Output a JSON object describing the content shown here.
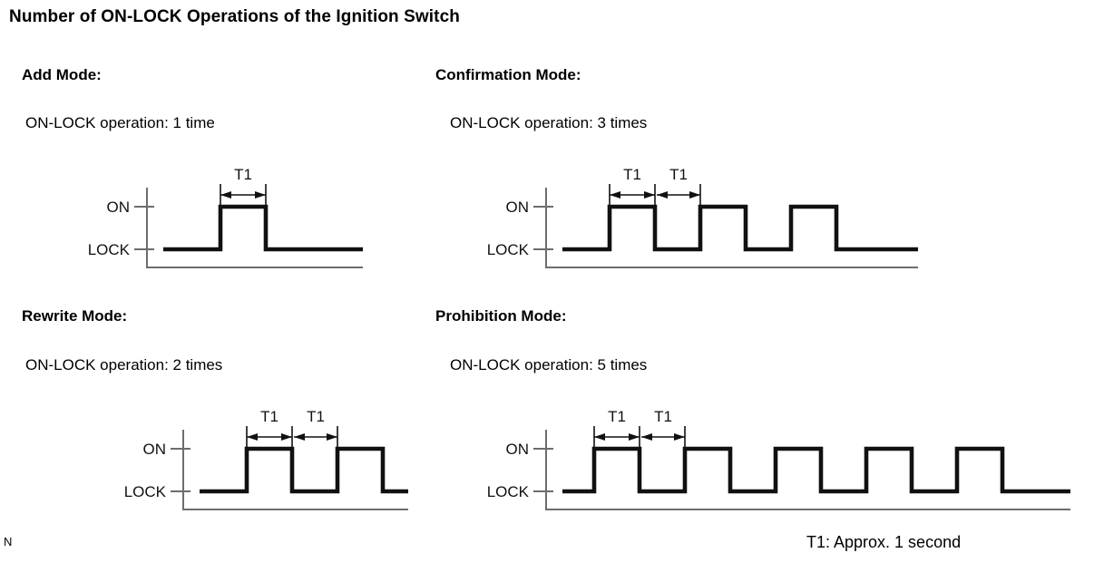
{
  "title": "Number of ON-LOCK Operations of the Ignition Switch",
  "corner_mark": "N",
  "footnote": "T1: Approx. 1 second",
  "labels": {
    "on": "ON",
    "lock": "LOCK",
    "t1": "T1"
  },
  "panels": [
    {
      "id": "add-mode",
      "heading": "Add Mode:",
      "subtitle": "ON-LOCK operation: 1 time",
      "operations": 1,
      "dimensions": 1
    },
    {
      "id": "confirmation-mode",
      "heading": "Confirmation Mode:",
      "subtitle": "ON-LOCK operation: 3 times",
      "operations": 3,
      "dimensions": 2
    },
    {
      "id": "rewrite-mode",
      "heading": "Rewrite Mode:",
      "subtitle": "ON-LOCK operation: 2 times",
      "operations": 2,
      "dimensions": 2
    },
    {
      "id": "prohibition-mode",
      "heading": "Prohibition Mode:",
      "subtitle": "ON-LOCK operation: 5 times",
      "operations": 5,
      "dimensions": 2
    }
  ],
  "chart_data": {
    "type": "line",
    "title": "Number of ON-LOCK Operations of the Ignition Switch",
    "xlabel": "",
    "ylabel": "",
    "y_levels": [
      "LOCK",
      "ON"
    ],
    "annotation": "T1: Approx. 1 second",
    "t1_seconds": 1,
    "series": [
      {
        "name": "Add Mode",
        "pulses": 1,
        "waveform": [
          "LOCK",
          "ON",
          "LOCK"
        ],
        "dimension_labels": [
          "T1"
        ]
      },
      {
        "name": "Confirmation Mode",
        "pulses": 3,
        "waveform": [
          "LOCK",
          "ON",
          "LOCK",
          "ON",
          "LOCK",
          "ON",
          "LOCK"
        ],
        "dimension_labels": [
          "T1",
          "T1"
        ]
      },
      {
        "name": "Rewrite Mode",
        "pulses": 2,
        "waveform": [
          "LOCK",
          "ON",
          "LOCK",
          "ON",
          "LOCK"
        ],
        "dimension_labels": [
          "T1",
          "T1"
        ]
      },
      {
        "name": "Prohibition Mode",
        "pulses": 5,
        "waveform": [
          "LOCK",
          "ON",
          "LOCK",
          "ON",
          "LOCK",
          "ON",
          "LOCK",
          "ON",
          "LOCK",
          "ON",
          "LOCK"
        ],
        "dimension_labels": [
          "T1",
          "T1"
        ]
      }
    ]
  }
}
